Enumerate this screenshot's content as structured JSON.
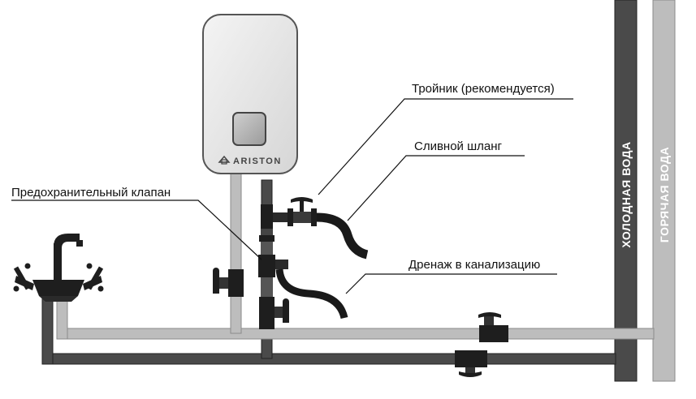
{
  "heater": {
    "brand": "ARISTON"
  },
  "labels": {
    "tee": "Тройник (рекомендуется)",
    "drain_hose": "Сливной шланг",
    "safety_valve": "Предохранительный клапан",
    "drain_sewer": "Дренаж в канализацию"
  },
  "risers": {
    "cold": "ХОЛОДНАЯ ВОДА",
    "hot": "ГОРЯЧАЯ ВОДА"
  },
  "colors": {
    "cold_pipe": "#4a4a4a",
    "hot_pipe": "#bdbdbd",
    "heater_body": "#eaeaea",
    "line": "#111111"
  }
}
